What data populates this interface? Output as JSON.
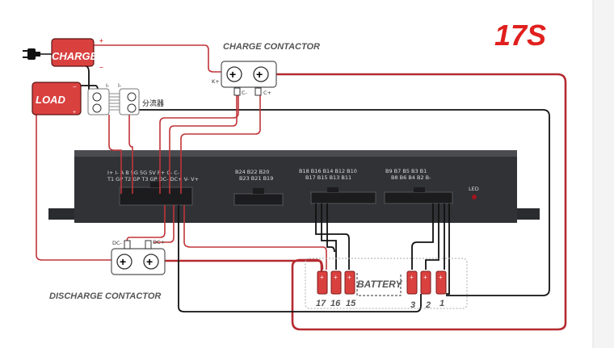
{
  "title": "17S",
  "colors": {
    "accent": "#e0201e",
    "component_red": "#d9413f",
    "controller": "#303236",
    "wire_red": "#c0353a",
    "wire_black": "#111111"
  },
  "charge": {
    "label": "CHARGE",
    "plus": "+",
    "minus": "−"
  },
  "load": {
    "label": "LOAD",
    "minus": "−",
    "plus": "+"
  },
  "plug_icon": "power-plug-icon",
  "shunt": {
    "label": "分流器",
    "terminal_minus": "I-",
    "terminal_plus": "I-"
  },
  "charge_contactor": {
    "label": "CHARGE CONTACTOR",
    "k_plus": "K+",
    "c_minus": "C-",
    "c_plus": "C+"
  },
  "discharge_contactor": {
    "label": "DISCHARGE CONTACTOR",
    "dc_minus": "DC-",
    "dc_plus": "DC+"
  },
  "controller": {
    "main_row1": "I+ I-  A   B  5G  5G  5V   P+  C-  C-",
    "main_row2": "T1 GP T2 GP T3 GP DC-  DC+ V-  V+",
    "c2_row1": "B24 B22 B20",
    "c2_row2": "B23 B21 B19",
    "c3_row1": "B18 B16 B14 B12 B10",
    "c3_row2": "B17 B15 B13 B11",
    "c4_row1": "B9  B7  B5  B3  B1",
    "c4_row2": "B8  B6  B4  B2  B-",
    "led": "LED"
  },
  "battery": {
    "label": "BATTERY",
    "cells": [
      "17",
      "16",
      "15",
      "3",
      "2",
      "1"
    ]
  }
}
